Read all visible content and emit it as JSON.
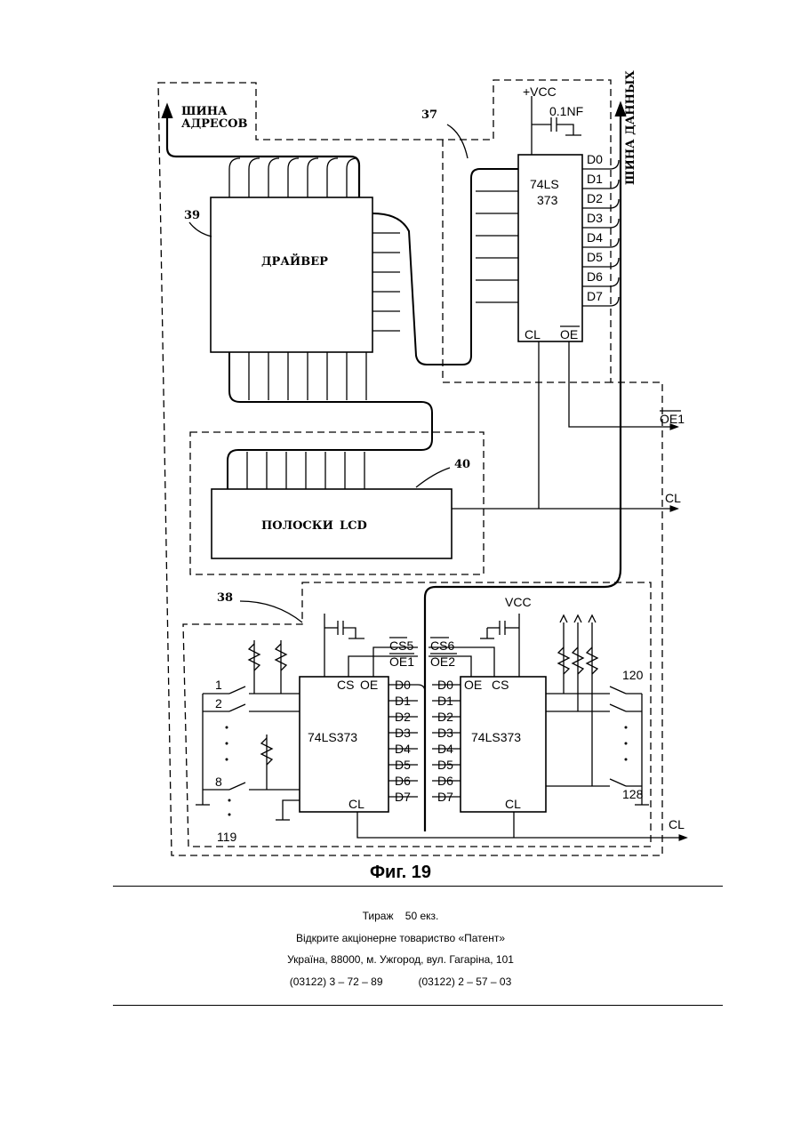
{
  "figure": {
    "caption": "Фиг. 19",
    "labels": {
      "address_bus": [
        "ШИНА",
        "АДРЕСОВ"
      ],
      "data_bus": "ШИНА ДАННЫХ",
      "vcc_top": "+VCC",
      "capacitor": "0.1NF",
      "ref_37": "37",
      "ref_38": "38",
      "ref_39": "39",
      "ref_40": "40",
      "driver": "ДРАЙВЕР",
      "lcd_strips": "ПОЛОСКИ",
      "lcd": "LCD",
      "latch_top_line1": "74LS",
      "latch_top_line2": "373",
      "latch_left": "74LS373",
      "latch_right": "74LS373",
      "cl": "CL",
      "oe": "OE",
      "cs": "CS",
      "oe1": "OE1",
      "oe2": "OE2",
      "cs5": "CS5",
      "cs6": "CS6",
      "vcc_bottom": "VCC",
      "key_1": "1",
      "key_2": "2",
      "key_8": "8",
      "key_119": "119",
      "key_120": "120",
      "key_128": "128",
      "data_pins": [
        "D0",
        "D1",
        "D2",
        "D3",
        "D4",
        "D5",
        "D6",
        "D7"
      ]
    }
  },
  "footer": {
    "circulation": "Тираж    50 екз.",
    "publisher": "Відкрите акціонерне товариство «Патент»",
    "address": "Україна, 88000, м. Ужгород, вул. Гагаріна, 101",
    "phone1": "(03122) 3 – 72 – 89",
    "phone2": "(03122) 2 – 57 – 03"
  }
}
